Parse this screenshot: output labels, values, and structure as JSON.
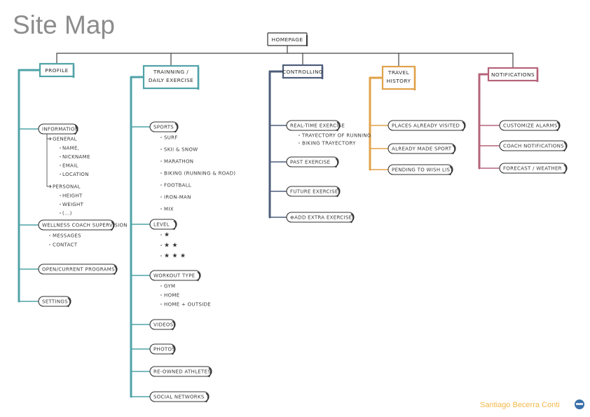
{
  "title": "Site Map",
  "author": "Santiago Becerra Conti",
  "colors": {
    "profile": "#4fa3a7",
    "training": "#4fa3a7",
    "controlling": "#4c5d7a",
    "travel": "#e0a24a",
    "notifications": "#b5637a",
    "line": "#444444",
    "logo": "#3b6fa8"
  },
  "root": {
    "label": "HOMEPAGE"
  },
  "columns": [
    {
      "label": "PROFILE",
      "color": "profile",
      "groups": [
        {
          "label": "INFORMATION",
          "subgroups": [
            {
              "label": "GENERAL",
              "items": [
                "NAME,",
                "NICKNAME",
                "EMAIL",
                "LOCATION"
              ]
            },
            {
              "label": "PERSONAL",
              "items": [
                "HEIGHT",
                "WEIGHT",
                "(...)"
              ]
            }
          ]
        },
        {
          "label": "WELLNESS COACH SUPERVISION",
          "items": [
            "MESSAGES",
            "CONTACT"
          ]
        },
        {
          "label": "OPEN/CURRENT PROGRAMS",
          "items": []
        },
        {
          "label": "SETTINGS",
          "items": []
        }
      ]
    },
    {
      "label_lines": [
        "TRAINNING /",
        "DAILY EXERCISE"
      ],
      "color": "training",
      "groups": [
        {
          "label": "SPORTS",
          "items": [
            "SURF",
            "SKII & SNOW",
            "MARATHON",
            "BIKING (RUNNING & ROAD)",
            "FOOTBALL",
            "IRON-MAN",
            "MIX"
          ]
        },
        {
          "label": "LEVEL",
          "items": [
            "★",
            "★ ★",
            "★ ★ ★"
          ]
        },
        {
          "label": "WORKOUT TYPE",
          "items": [
            "GYM",
            "HOME",
            "HOME + OUTSIDE"
          ]
        },
        {
          "label": "VIDEOS",
          "items": []
        },
        {
          "label": "PHOTOS",
          "items": []
        },
        {
          "label": "RE-OWNED ATHLETES",
          "items": []
        },
        {
          "label": "SOCIAL NETWORKS",
          "items": []
        }
      ]
    },
    {
      "label": "CONTROLLING",
      "color": "controlling",
      "groups": [
        {
          "label": "REAL-TIME EXERCISE",
          "items": [
            "TRAYECTORY OF RUNNING",
            "BIKING TRAYECTORY"
          ]
        },
        {
          "label": "PAST EXERCISE",
          "items": []
        },
        {
          "label": "FUTURE EXERCISE",
          "items": []
        },
        {
          "label": "⊕ADD EXTRA EXERCISE",
          "items": []
        }
      ]
    },
    {
      "label_lines": [
        "TRAVEL",
        "HISTORY"
      ],
      "color": "travel",
      "groups": [
        {
          "label": "PLACES ALREADY VISITED",
          "items": []
        },
        {
          "label": "ALREADY MADE SPORT",
          "items": []
        },
        {
          "label": "PENDING TO WISH LIST",
          "items": []
        }
      ]
    },
    {
      "label": "NOTIFICATIONS",
      "color": "notifications",
      "groups": [
        {
          "label": "CUSTOMIZE ALARMS",
          "items": []
        },
        {
          "label": "COACH NOTIFICATIONS",
          "items": []
        },
        {
          "label": "FORECAST / WEATHER",
          "items": []
        }
      ]
    }
  ]
}
